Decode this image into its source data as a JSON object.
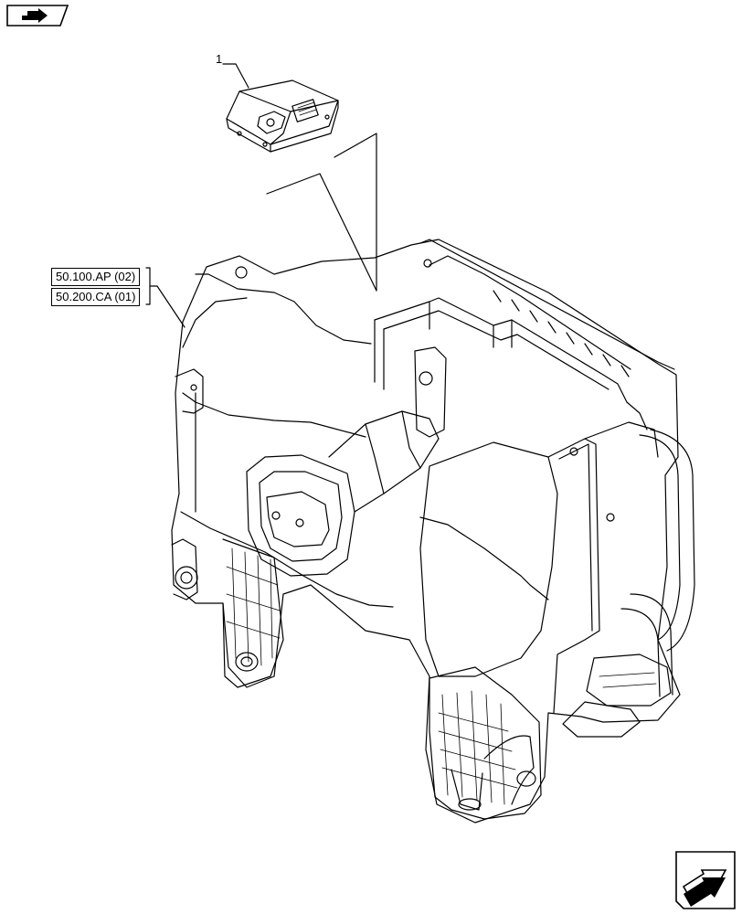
{
  "callouts": [
    {
      "label": "1"
    }
  ],
  "references": [
    {
      "label": "50.100.AP (02)"
    },
    {
      "label": "50.200.CA (01)"
    }
  ],
  "icons": {
    "prev": "prev-page-arrow-icon",
    "next": "next-page-arrow-icon"
  }
}
